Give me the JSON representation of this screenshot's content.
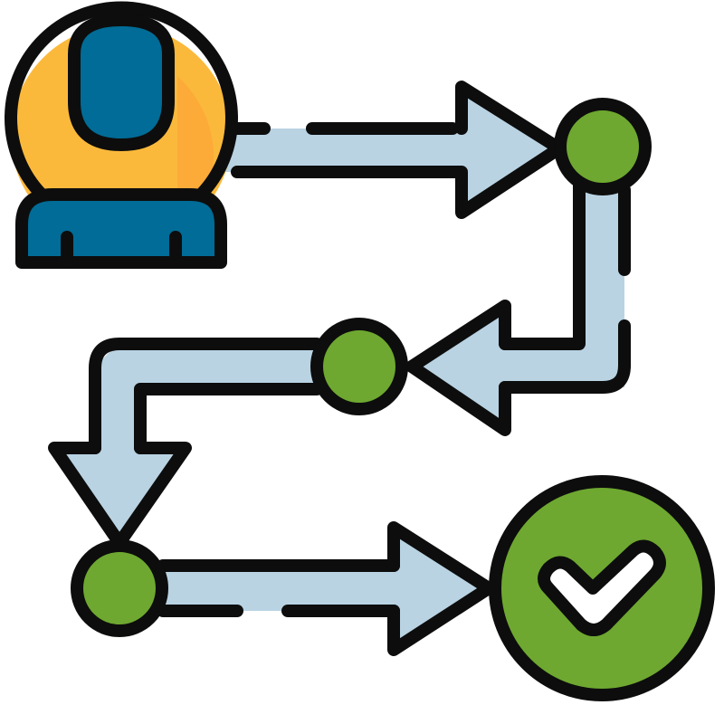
{
  "icon": {
    "name": "user-journey-flow",
    "steps": [
      "user-avatar",
      "step-node",
      "step-node",
      "step-node",
      "completed-check"
    ]
  },
  "colors": {
    "outline": "#0d0d0d",
    "path_fill": "#b9d3e3",
    "node_green": "#6ea830",
    "check_light": "#6ea830",
    "check_dark": "#4e8518",
    "avatar_yellow": "#fbb93b",
    "avatar_orange": "#fcab39",
    "avatar_blue": "#006c97",
    "white": "#ffffff"
  }
}
